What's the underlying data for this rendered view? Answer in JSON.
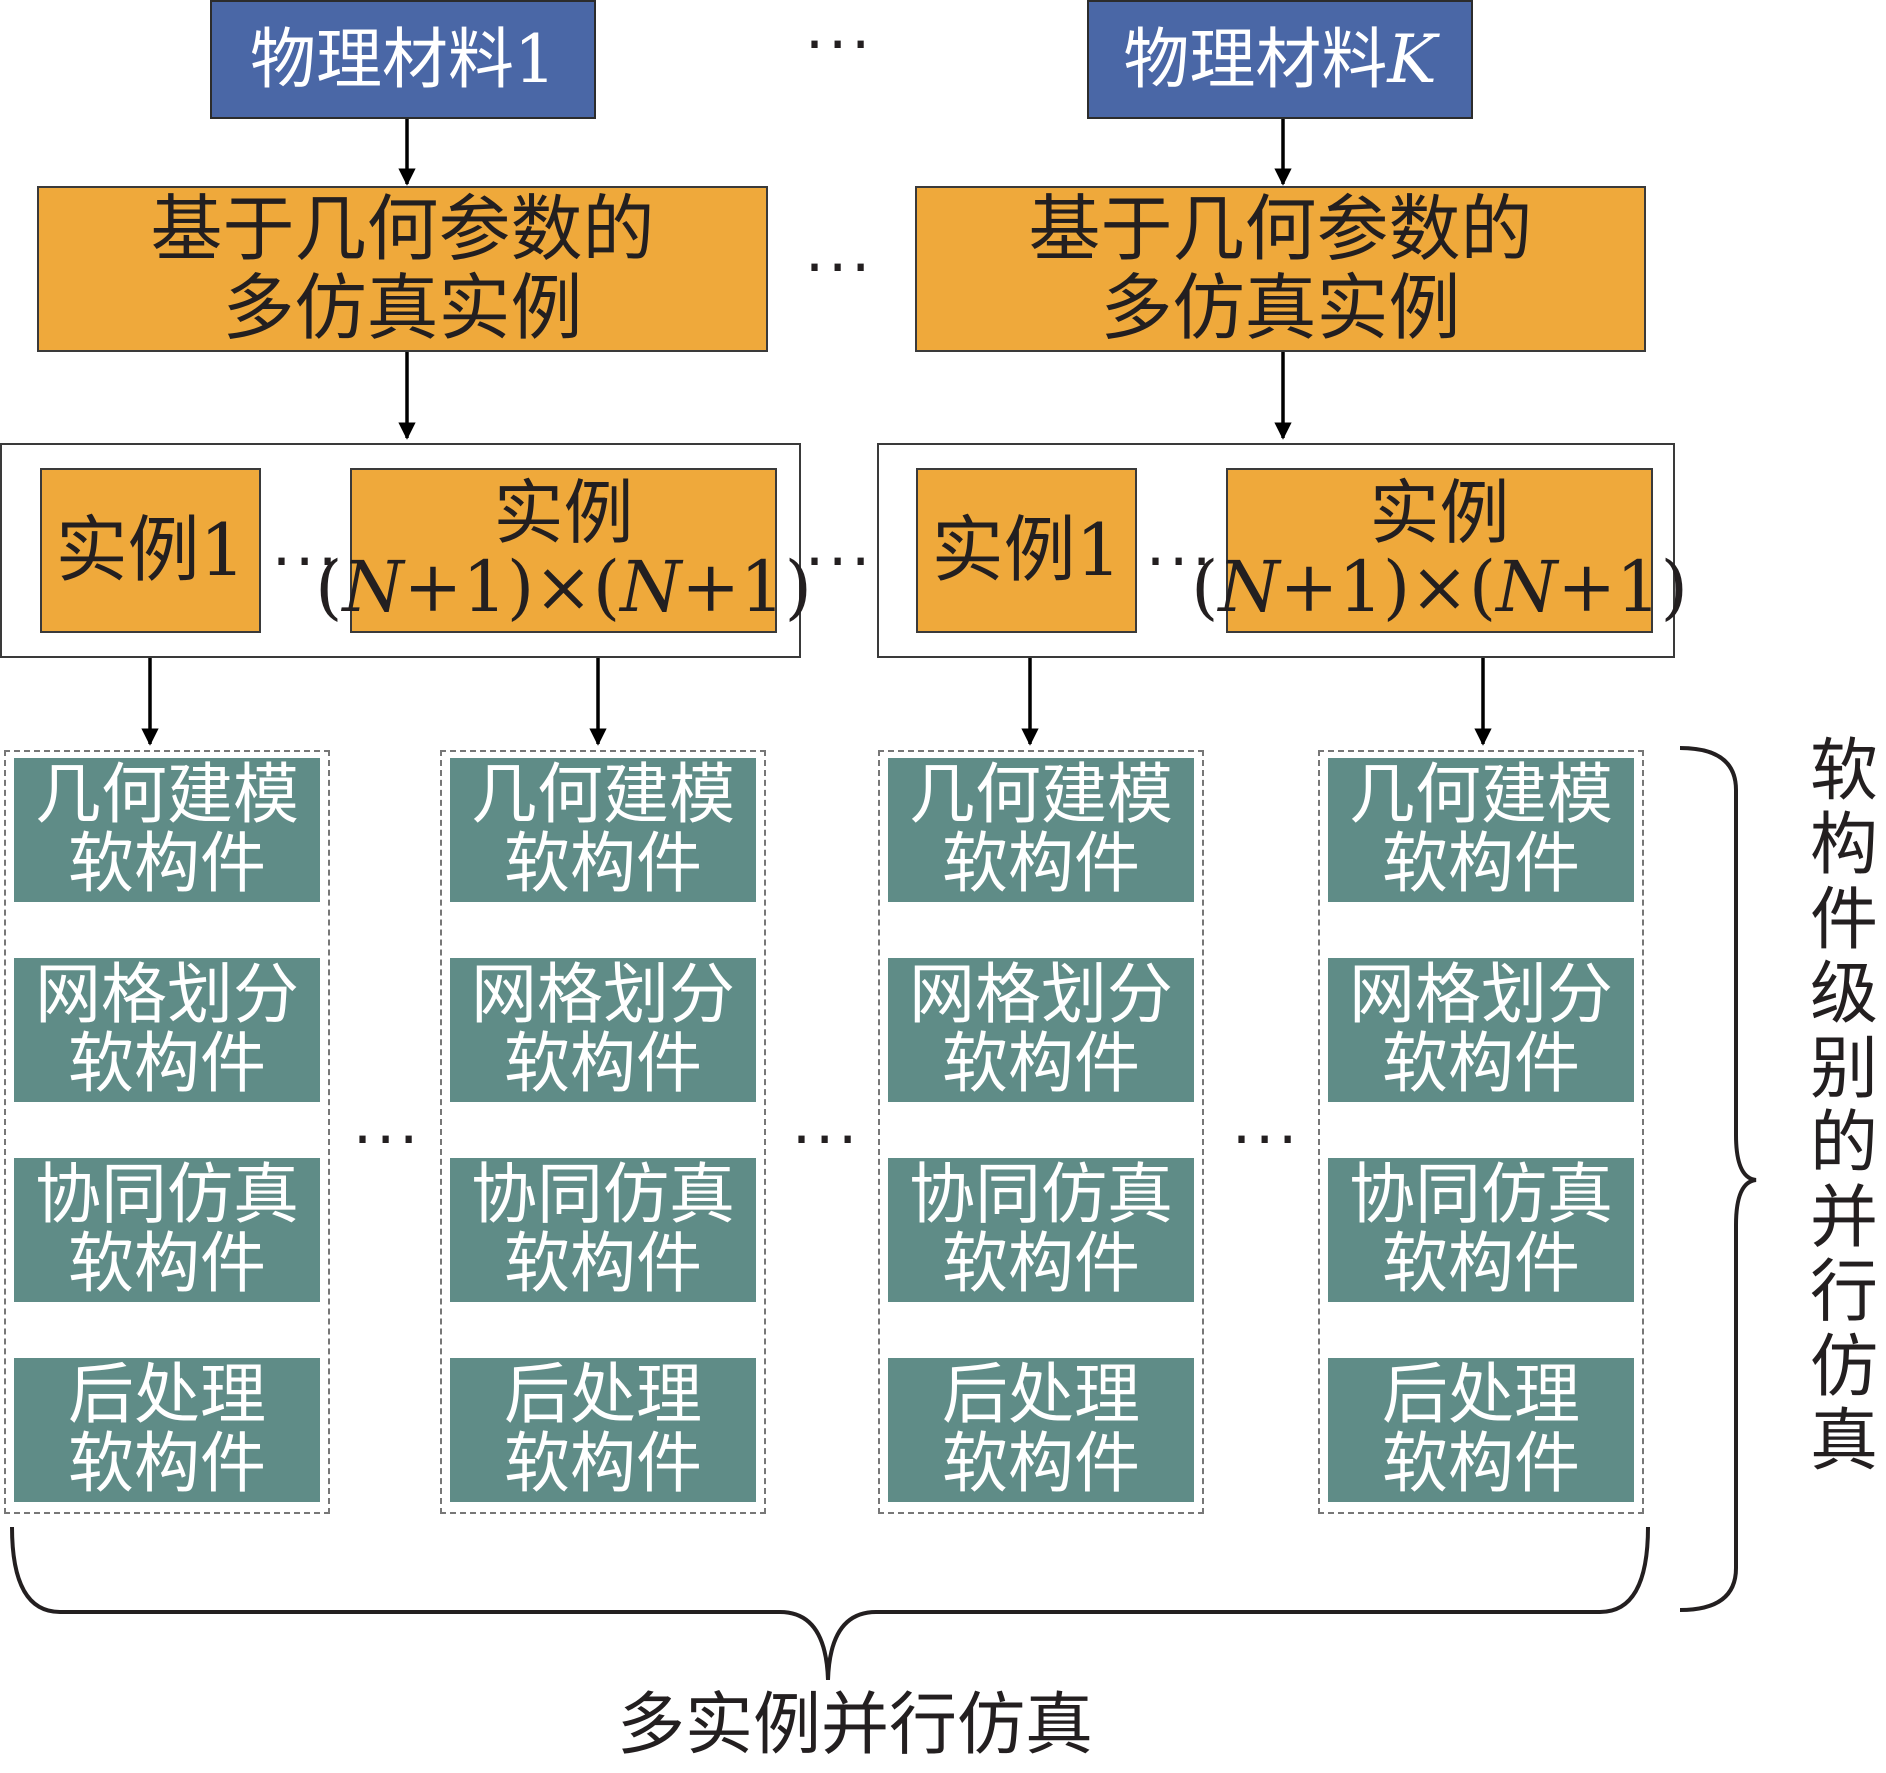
{
  "materials": [
    {
      "prefix": "物理材料",
      "index": "1"
    },
    {
      "prefix": "物理材料",
      "index": "K"
    }
  ],
  "multi_instance": {
    "line1": "基于几何参数的",
    "line2": "多仿真实例"
  },
  "instances": {
    "first": "实例1",
    "last_line1": "实例",
    "last_line2_open": "(",
    "last_line2_n": "N",
    "last_line2_mid": "+1)×(",
    "last_line2_close": "+1)"
  },
  "components": [
    {
      "line1": "几何建模",
      "line2": "软构件"
    },
    {
      "line1": "网格划分",
      "line2": "软构件"
    },
    {
      "line1": "协同仿真",
      "line2": "软构件"
    },
    {
      "line1": "后处理",
      "line2": "软构件"
    }
  ],
  "ellipsis": "···",
  "side_label_chars": [
    "软",
    "构",
    "件",
    "级",
    "别",
    "的",
    "并",
    "行",
    "仿",
    "真"
  ],
  "bottom_label": "多实例并行仿真"
}
